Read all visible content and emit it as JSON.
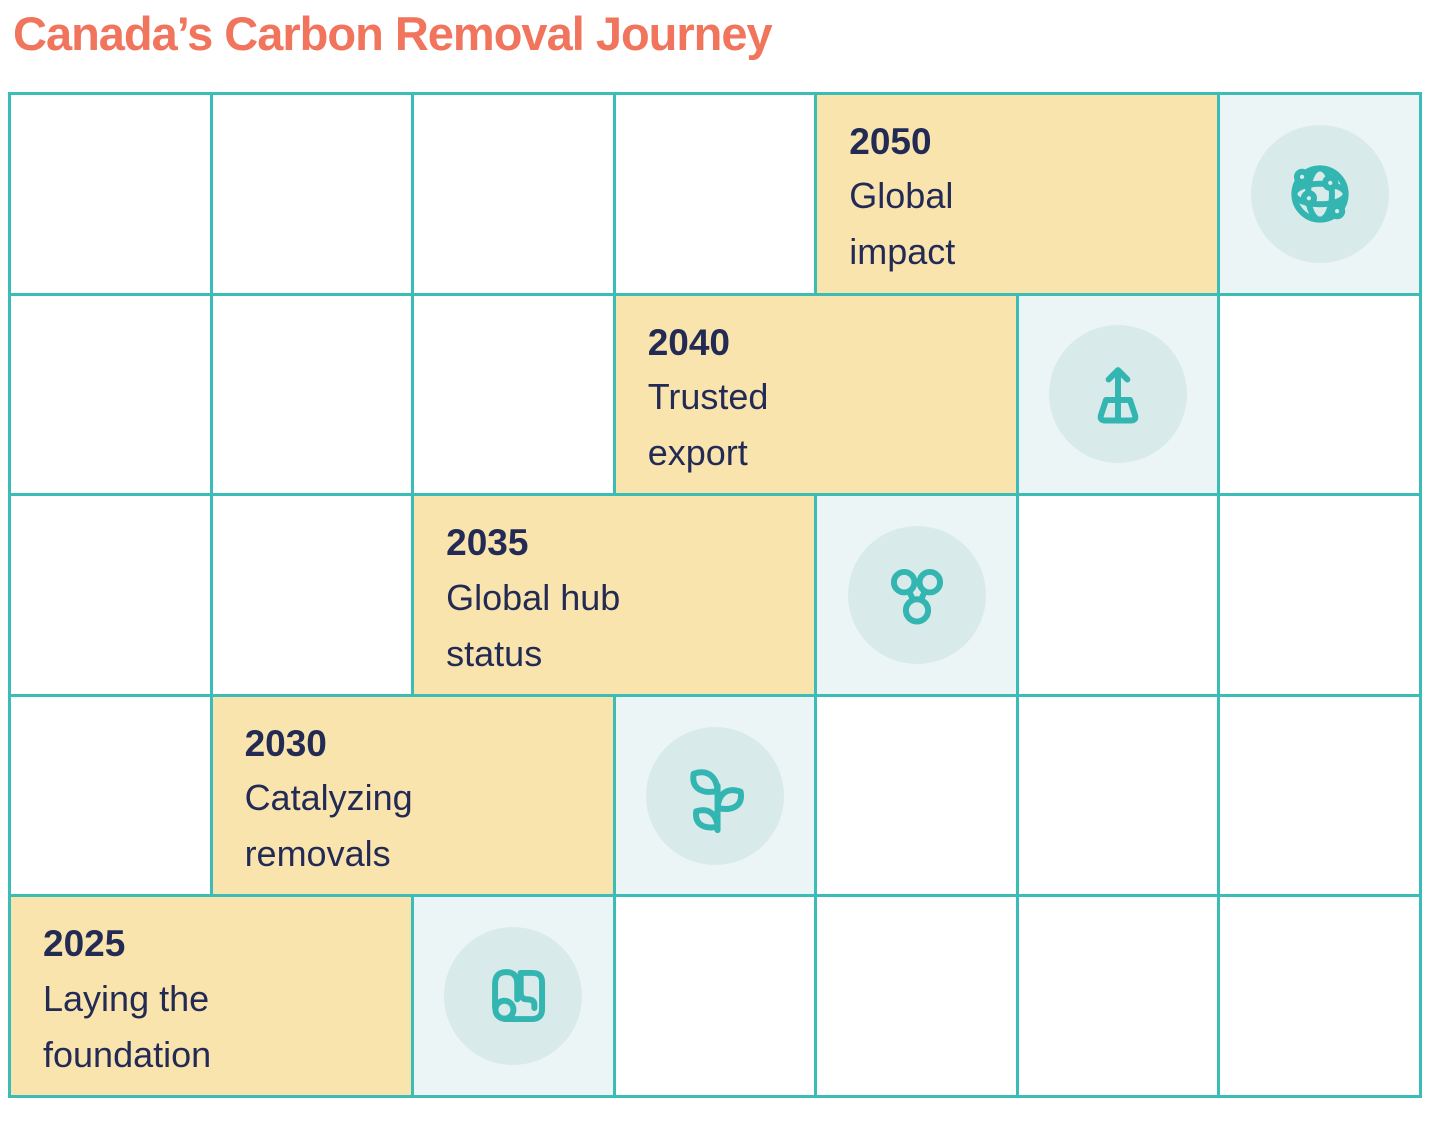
{
  "page": {
    "title": "Canada’s Carbon Removal Journey"
  },
  "colors": {
    "title_coral": "#f1745c",
    "grid_line_teal": "#3cbcb6",
    "milestone_yellow": "#f9e4ae",
    "icon_cell_bg": "#ecf5f5",
    "icon_circle_bg": "#d8eae9",
    "icon_stroke_teal": "#33b6b1",
    "text_navy": "#232b55",
    "page_bg": "#ffffff"
  },
  "milestones": [
    {
      "year": "2050",
      "label": "Global\nimpact",
      "icon": "globe-network-icon"
    },
    {
      "year": "2040",
      "label": "Trusted\nexport",
      "icon": "export-arrow-icon"
    },
    {
      "year": "2035",
      "label": "Global hub\nstatus",
      "icon": "network-hub-icon"
    },
    {
      "year": "2030",
      "label": "Catalyzing\nremovals",
      "icon": "seedling-icon"
    },
    {
      "year": "2025",
      "label": "Laying the\nfoundation",
      "icon": "blueprint-roll-icon"
    }
  ]
}
